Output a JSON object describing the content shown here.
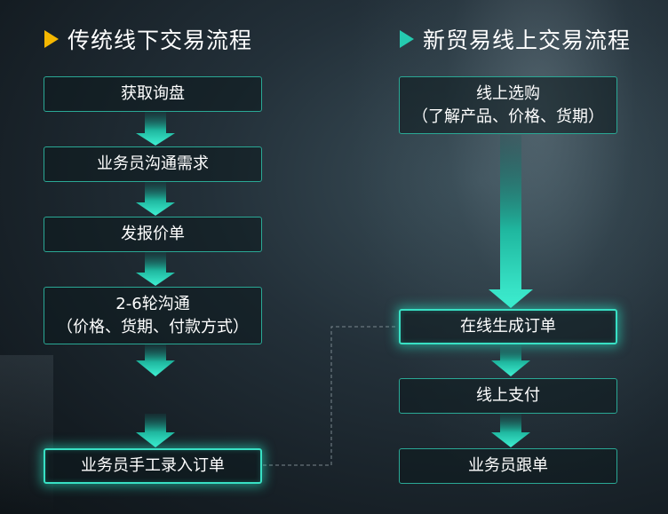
{
  "left": {
    "title": "传统线下交易流程",
    "steps": [
      {
        "line1": "获取询盘",
        "line2": ""
      },
      {
        "line1": "业务员沟通需求",
        "line2": ""
      },
      {
        "line1": "发报价单",
        "line2": ""
      },
      {
        "line1": "2-6轮沟通",
        "line2": "（价格、货期、付款方式）"
      },
      {
        "line1": "业务员手工录入订单",
        "line2": ""
      }
    ]
  },
  "right": {
    "title": "新贸易线上交易流程",
    "steps": [
      {
        "line1": "线上选购",
        "line2": "（了解产品、价格、货期）"
      },
      {
        "line1": "在线生成订单",
        "line2": ""
      },
      {
        "line1": "线上支付",
        "line2": ""
      },
      {
        "line1": "业务员跟单",
        "line2": ""
      }
    ]
  },
  "colors": {
    "accent_yellow": "#f5b700",
    "accent_teal": "#25cbb0",
    "box_border": "#2aa895",
    "glow": "#38e0c4"
  }
}
